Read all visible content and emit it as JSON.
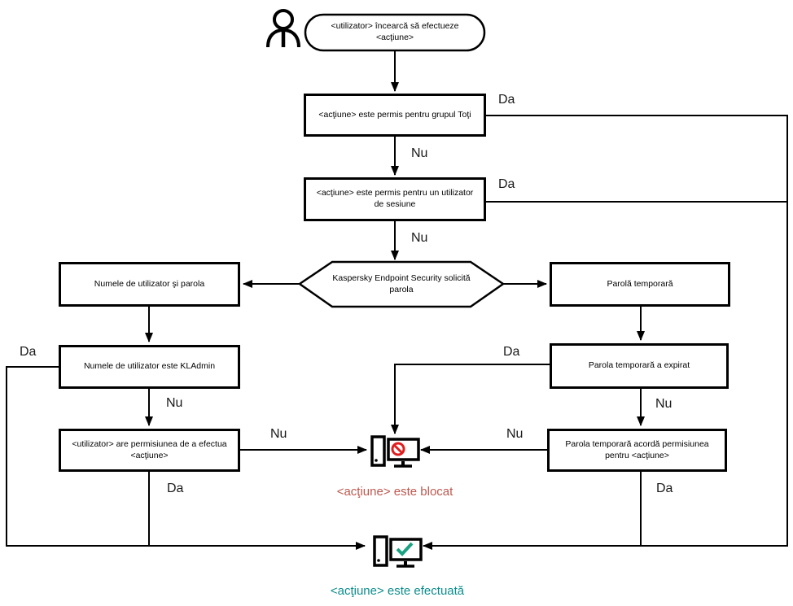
{
  "colors": {
    "line": "#000000",
    "blocked_text": "#bd584e",
    "blocked_sign": "#e01e1e",
    "performed_text": "#0d8c8c",
    "performed_check": "#1ba283"
  },
  "icons": {
    "person": "person-outline",
    "blocked_computer": "computer-with-prohibition-sign",
    "performed_computer": "computer-with-checkmark"
  },
  "flowchart": {
    "nodes": {
      "start": "<utilizator> încearcă să efectueze <acţiune>",
      "allowed_everyone": "<acţiune> este permis pentru grupul Toţi",
      "allowed_session_user": "<acţiune> este permis pentru un utilizator de sesiune",
      "password_prompt": "Kaspersky Endpoint Security solicită parola",
      "username_password": "Numele de utilizator şi parola",
      "temp_password": "Parolă temporară",
      "is_kladmin": "Numele de utilizator este KLAdmin",
      "temp_password_expired": "Parola temporară a expirat",
      "user_has_permission": "<utilizator> are permisiunea de a efectua <acţiune>",
      "temp_password_grants": "Parola temporară acordă permisiunea pentru <acţiune>",
      "blocked": "<acţiune> este blocat",
      "performed": "<acţiune> este efectuată"
    },
    "edge_labels": {
      "everyone_yes": "Da",
      "everyone_no": "Nu",
      "session_yes": "Da",
      "session_no": "Nu",
      "kladmin_yes": "Da",
      "kladmin_no": "Nu",
      "permission_no": "Nu",
      "permission_yes": "Da",
      "expired_yes": "Da",
      "expired_no": "Nu",
      "grants_no": "Nu",
      "grants_yes": "Da"
    }
  }
}
